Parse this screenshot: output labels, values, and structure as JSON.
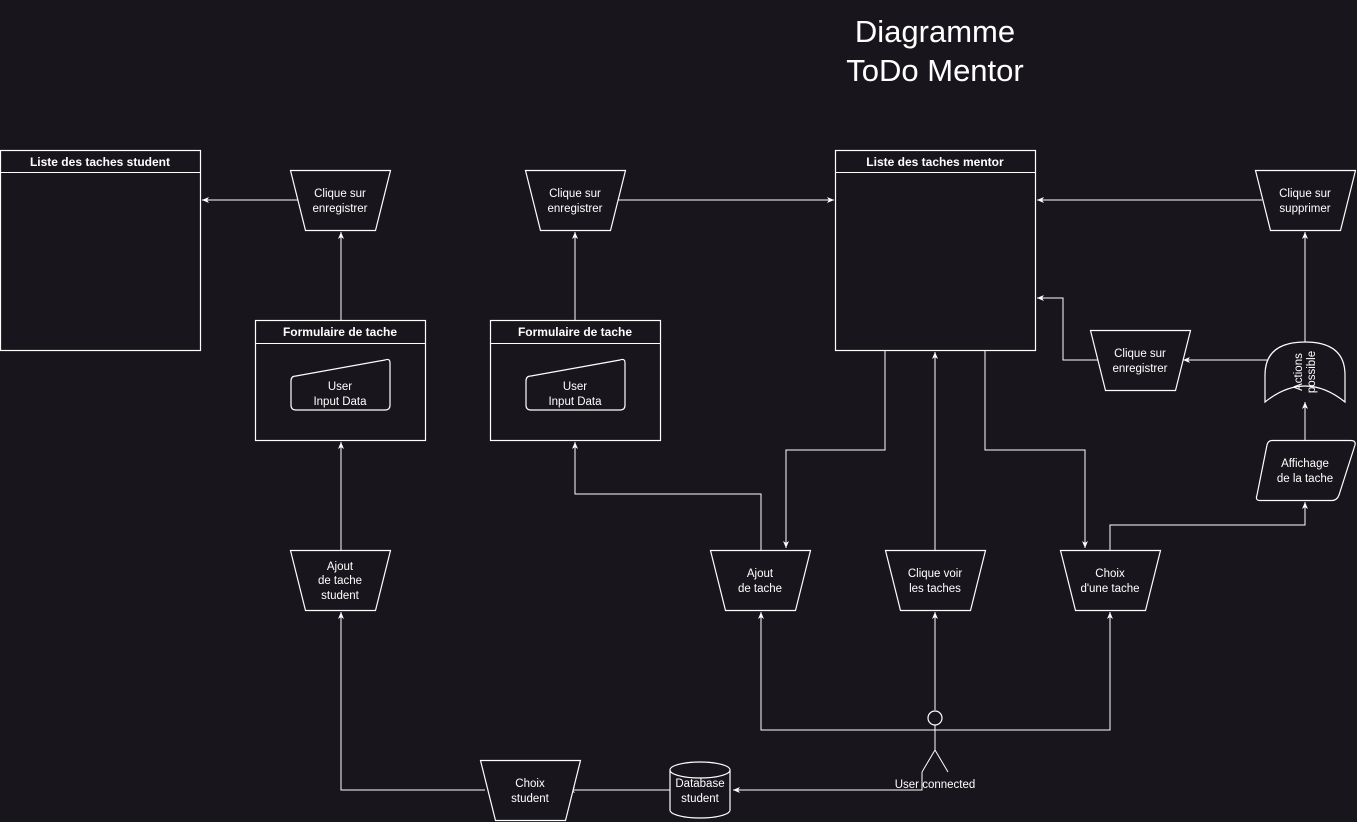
{
  "title": {
    "line1": "Diagramme",
    "line2": "ToDo Mentor"
  },
  "containers": {
    "student_list": "Liste des taches student",
    "mentor_list": "Liste des taches mentor",
    "form_student": "Formulaire de tache",
    "form_mentor": "Formulaire de tache"
  },
  "input_data": {
    "student": [
      "User",
      "Input Data"
    ],
    "mentor": [
      "User",
      "Input Data"
    ]
  },
  "steps": {
    "save_student": [
      "Clique sur",
      "enregistrer"
    ],
    "save_mentor": [
      "Clique sur",
      "enregistrer"
    ],
    "delete": [
      "Clique sur",
      "supprimer"
    ],
    "save_edit": [
      "Clique sur",
      "enregistrer"
    ],
    "add_student": [
      "Ajout",
      "de tache",
      "student"
    ],
    "add_mentor": [
      "Ajout",
      "de tache"
    ],
    "view_tasks": [
      "Clique voir",
      "les taches"
    ],
    "choose_task": [
      "Choix",
      "d'une tache"
    ],
    "choose_student": [
      "Choix",
      "student"
    ]
  },
  "display_task": [
    "Affichage",
    "de la tache"
  ],
  "actions": [
    "Actions",
    "possible"
  ],
  "database": [
    "Database",
    "student"
  ],
  "actor": "User connected",
  "colors": {
    "background": "#18161c",
    "stroke": "#ffffff",
    "text": "#ffffff"
  }
}
